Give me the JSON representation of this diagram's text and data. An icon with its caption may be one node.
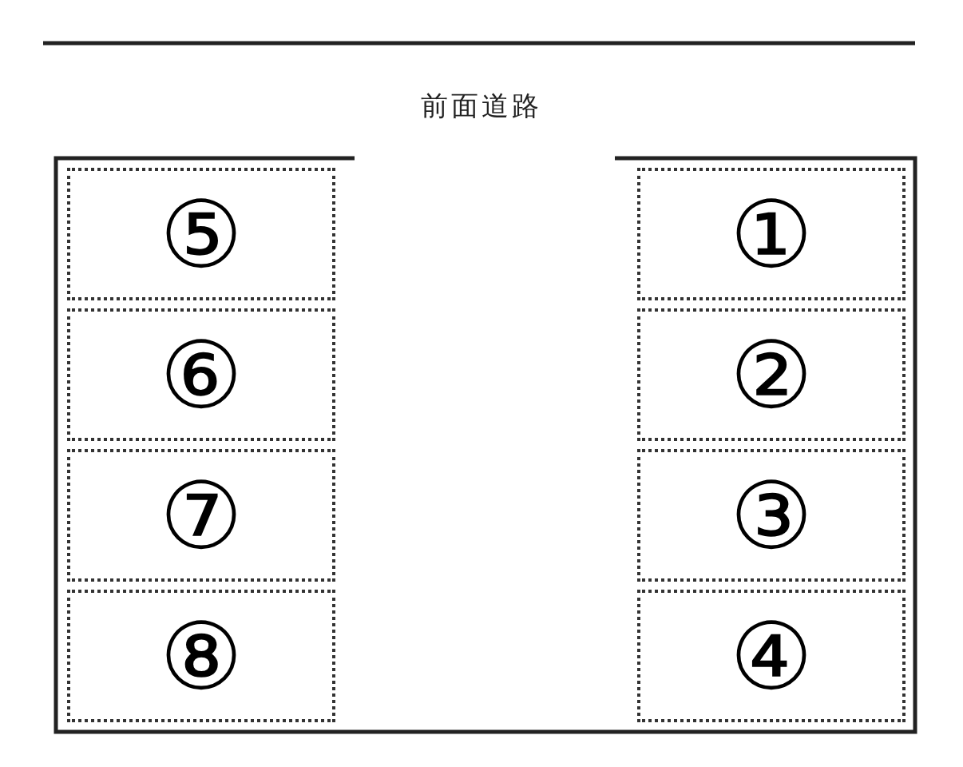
{
  "diagram": {
    "nodes": [
      {
        "text": [
          "⑤"
        ]
      },
      {
        "text": [
          "①"
        ]
      },
      {
        "text": [
          "⑥"
        ]
      },
      {
        "text": [
          "②"
        ]
      },
      {
        "text": [
          "⑦"
        ]
      },
      {
        "text": [
          "③"
        ]
      },
      {
        "text": [
          "⑧"
        ]
      },
      {
        "text": [
          "④"
        ]
      }
    ],
    "labels": [
      "前面道路"
    ]
  }
}
